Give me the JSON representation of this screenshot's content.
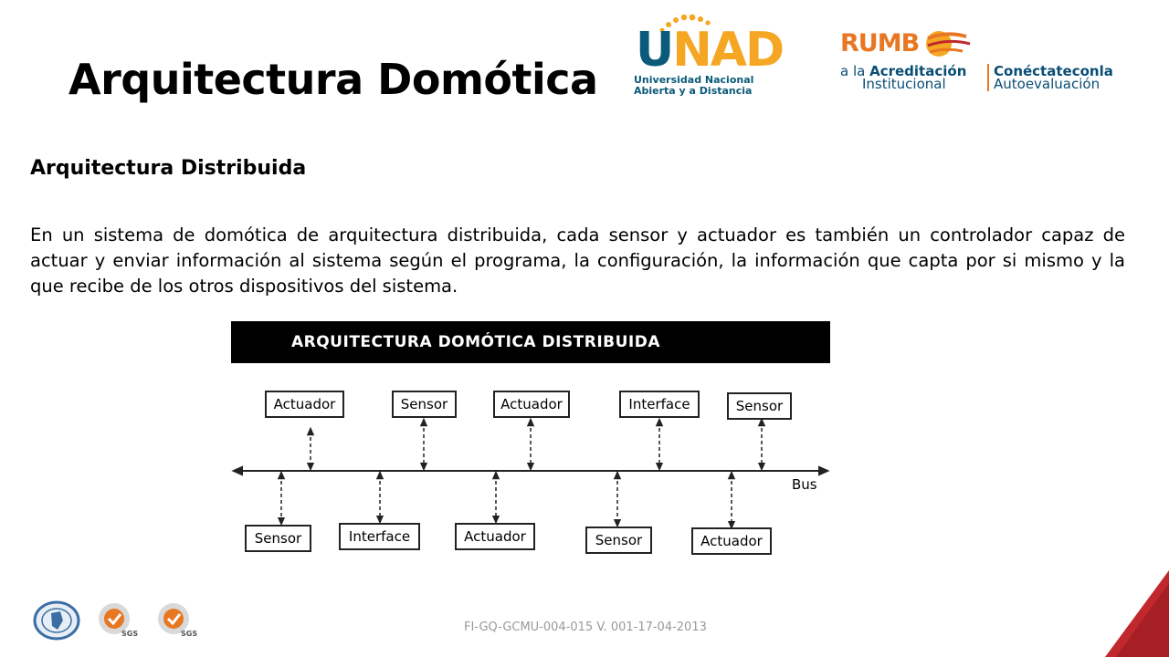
{
  "slide": {
    "title": "Arquitectura Domótica",
    "section_heading": "Arquitectura Distribuida",
    "body": "En un sistema de domótica de arquitectura distribuida, cada sensor y actuador es también un controlador capaz de actuar y enviar información al sistema según el programa, la configuración, la información que capta por si mismo y la que recibe de los otros dispositivos del sistema."
  },
  "logos": {
    "unad": {
      "letter_u": "U",
      "letters_nad": "NAD",
      "line1": "Universidad Nacional",
      "line2": "Abierta y a Distancia"
    },
    "rumbo": {
      "word": "RUMB",
      "line1_prefix": "a la",
      "line1_bold": "Acreditación",
      "line2": "Institucional",
      "right_line1": "Conéctateconla",
      "right_line2": "Autoevaluación"
    },
    "footer_badges": [
      "SGS",
      "SGS"
    ]
  },
  "diagram": {
    "banner": "ARQUITECTURA DOMÓTICA DISTRIBUIDA",
    "bus_label": "Bus",
    "top_nodes": [
      "Actuador",
      "Sensor",
      "Actuador",
      "Interface",
      "Sensor"
    ],
    "bottom_nodes": [
      "Sensor",
      "Interface",
      "Actuador",
      "Sensor",
      "Actuador"
    ]
  },
  "footer": {
    "code": "FI-GQ-GCMU-004-015  V. 001-17-04-2013"
  },
  "colors": {
    "unad_blue": "#0a5a7a",
    "unad_orange": "#f5a623",
    "rumbo_orange": "#e87722",
    "rumbo_blue": "#0a4d74",
    "corner_red": "#c0282d"
  }
}
